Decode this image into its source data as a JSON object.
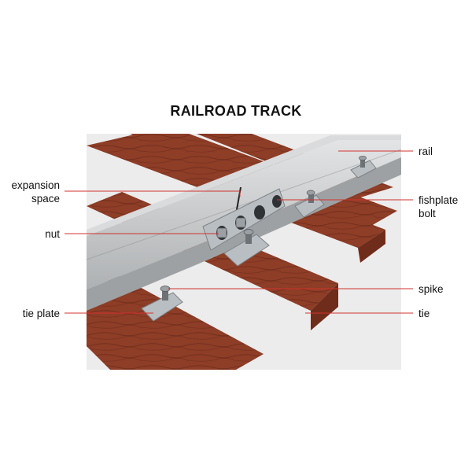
{
  "title": "RAILROAD TRACK",
  "labels": {
    "expansion_space": [
      "expansion",
      "space"
    ],
    "nut": "nut",
    "tie_plate": "tie plate",
    "rail": "rail",
    "fishplate_bolt": [
      "fishplate",
      "bolt"
    ],
    "spike": "spike",
    "tie": "tie"
  },
  "colors": {
    "rail": "#c9cbcc",
    "rail_top": "#d7d9da",
    "rail_shadow": "#9ea1a3",
    "tie_top": "#8e3d27",
    "tie_side": "#6f2c1b",
    "tie_grain": "#5e2414",
    "steel": "#b9bec2",
    "leader": "#d0332e",
    "background": "#eeeeee"
  }
}
